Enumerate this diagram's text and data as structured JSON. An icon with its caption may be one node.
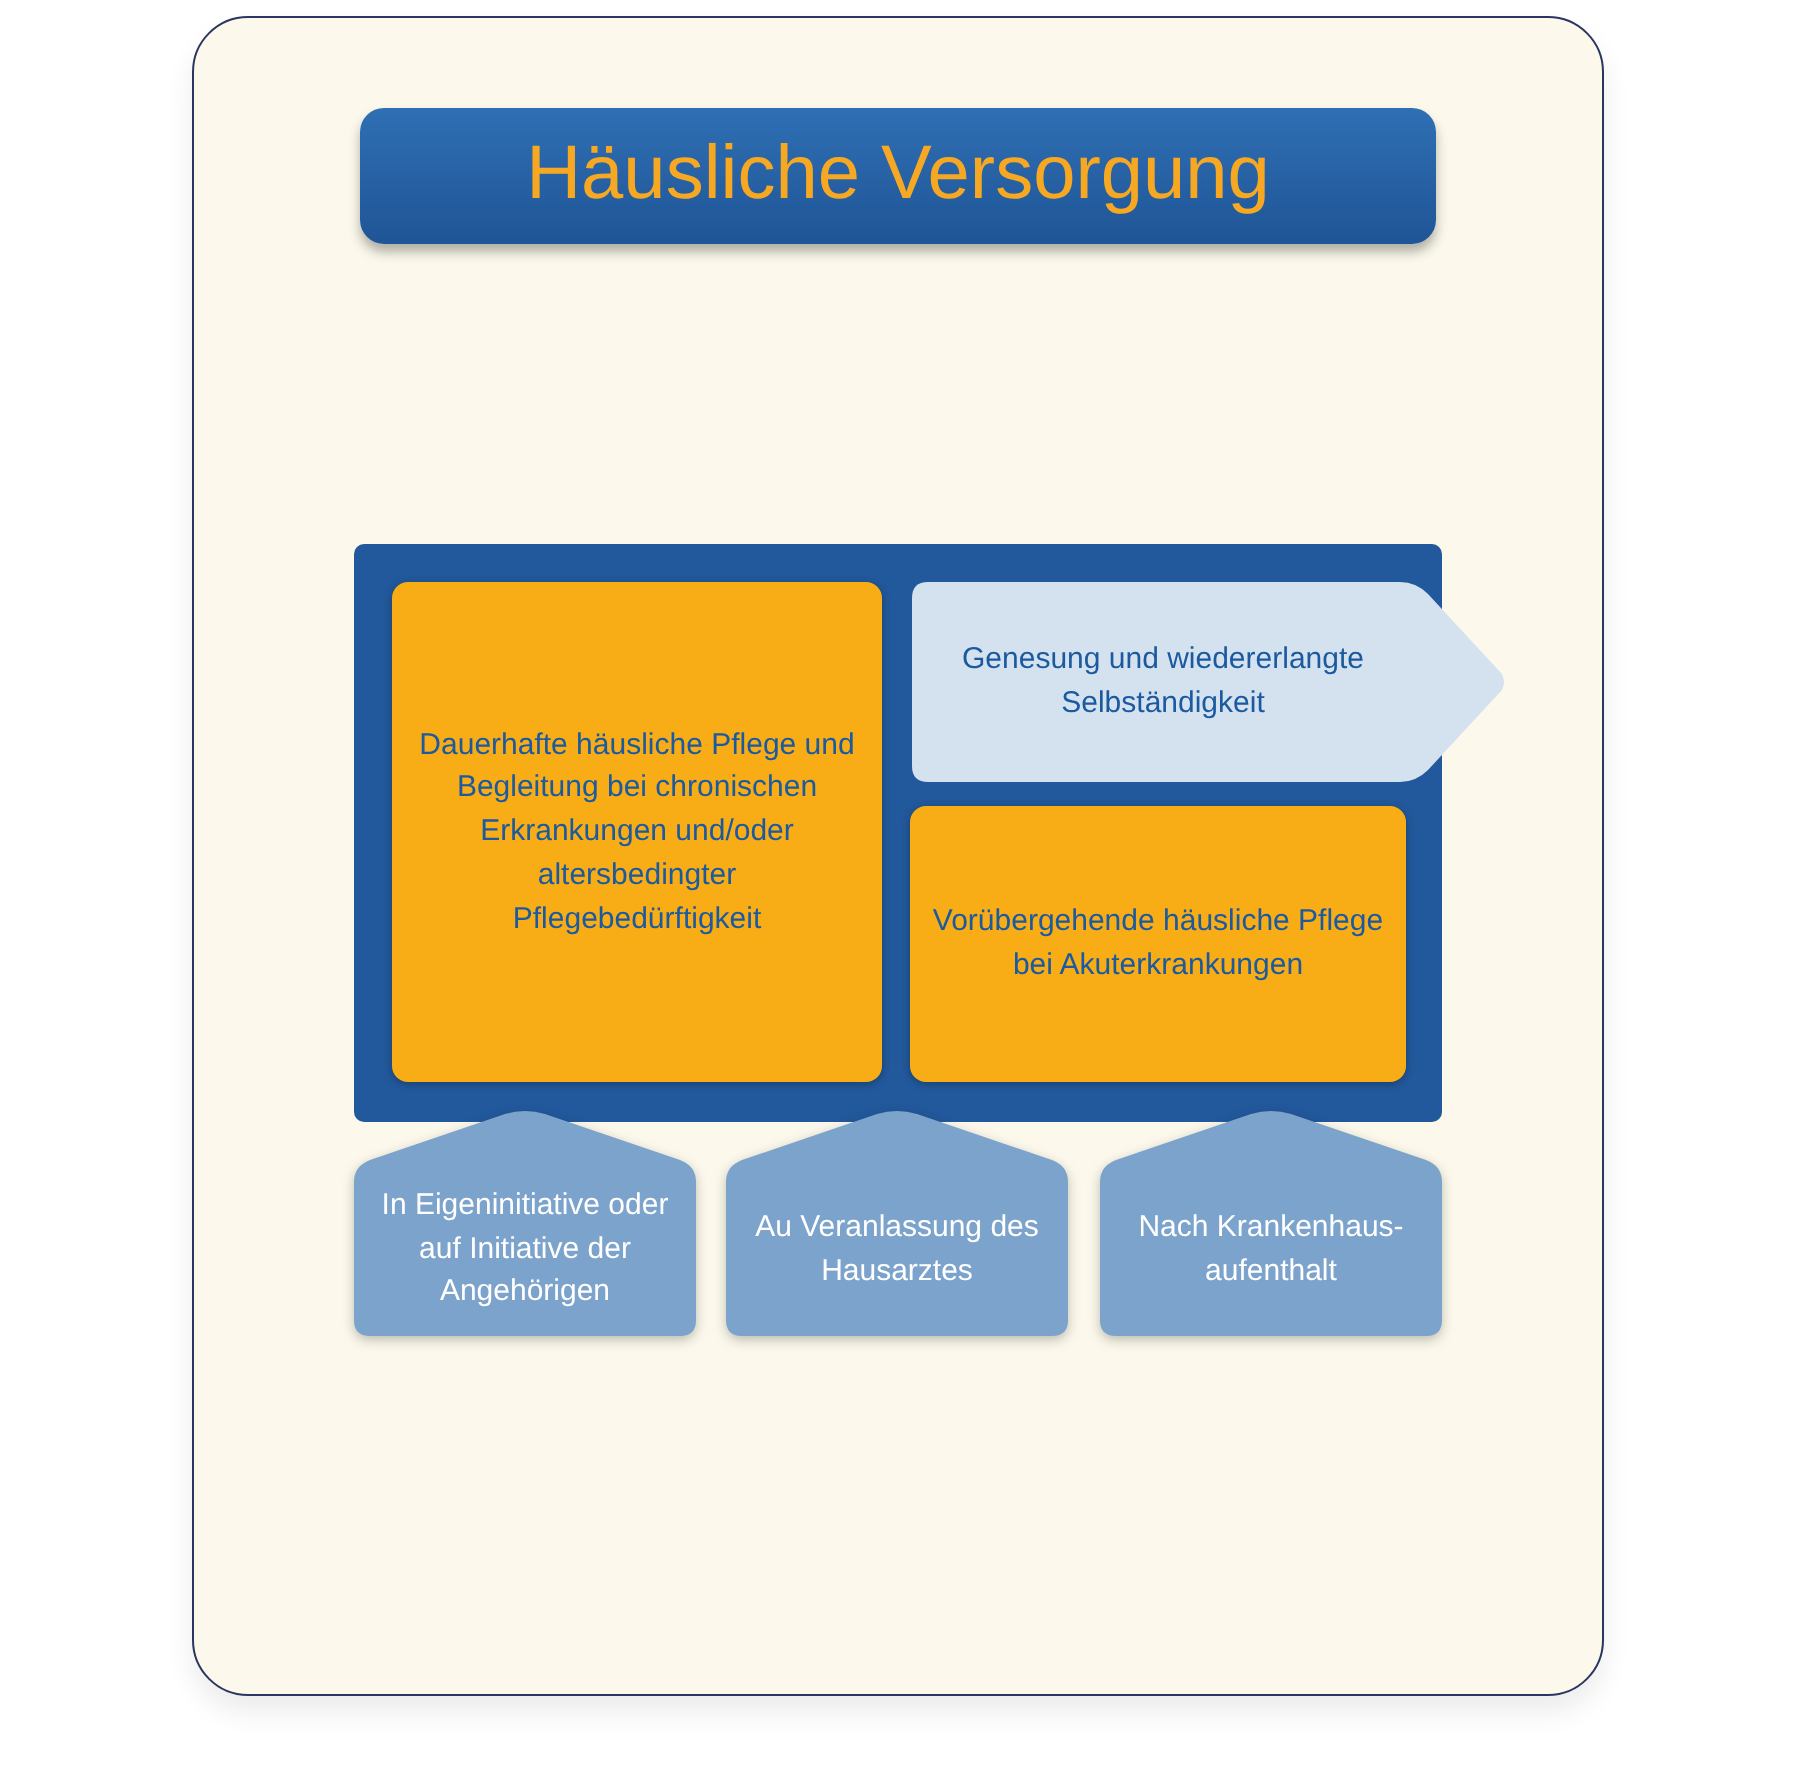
{
  "diagram": {
    "nodes": [
      {
        "text": [
          "Häusliche Versorgung"
        ]
      },
      {
        "text": [],
        "shape": "box"
      },
      {
        "text": [
          "Dauerhafte häusliche Pflege und Begleitung bei chronischen Erkrankungen und/oder altersbedingter Pflegebedürftigkeit"
        ],
        "in": 1
      },
      {
        "text": [
          "Genesung und wiedererlangte Selbständigkeit"
        ],
        "in": 1
      },
      {
        "text": [
          "Vorübergehende häusliche Pflege bei Akuterkrankungen"
        ],
        "in": 1
      },
      {
        "text": [
          "In Eigeninitiative oder auf Initiative der Angehörigen"
        ]
      },
      {
        "text": [
          "Au Veranlassung des Hausarztes"
        ]
      },
      {
        "text": [
          "Nach Krankenhaus- aufenthalt"
        ]
      }
    ]
  }
}
